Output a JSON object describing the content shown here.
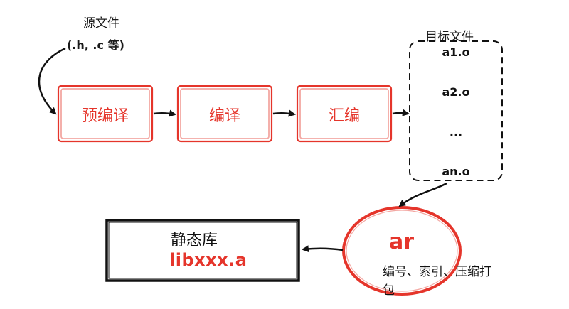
{
  "source": {
    "title": "源文件",
    "subtitle": "(.h,  .c 等)"
  },
  "stages": [
    {
      "label": "预编译"
    },
    {
      "label": "编译"
    },
    {
      "label": "汇编"
    }
  ],
  "object_files": {
    "title": "目标文件",
    "items": [
      "a1.o",
      "a2.o",
      "...",
      "an.o"
    ]
  },
  "archiver": {
    "tool": "ar",
    "description": "编号、索引、压缩打包"
  },
  "library": {
    "title": "静态库",
    "filename": "libxxx.a"
  },
  "colors": {
    "accent": "#e5352b",
    "stroke": "#111111",
    "box_fill_edge": "#f3a7a2"
  }
}
